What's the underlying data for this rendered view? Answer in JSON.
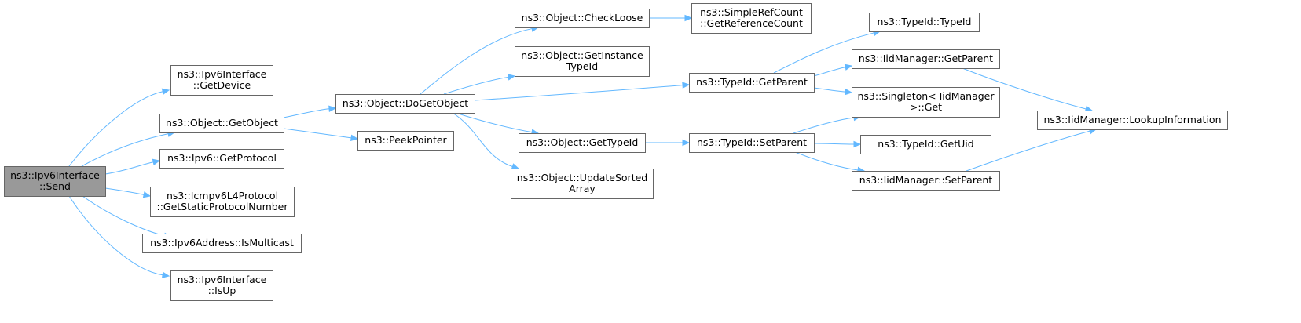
{
  "colors": {
    "edge": "#63b8ff",
    "node_border": "#666666",
    "root_fill": "#999999",
    "node_fill": "#ffffff"
  },
  "nodes": [
    {
      "id": "send",
      "lines": [
        "ns3::Ipv6Interface",
        "::Send"
      ],
      "root": true
    },
    {
      "id": "getdevice",
      "lines": [
        "ns3::Ipv6Interface",
        "::GetDevice"
      ]
    },
    {
      "id": "getobject",
      "lines": [
        "ns3::Object::GetObject"
      ]
    },
    {
      "id": "getprotocol",
      "lines": [
        "ns3::Ipv6::GetProtocol"
      ]
    },
    {
      "id": "icmpv6",
      "lines": [
        "ns3::Icmpv6L4Protocol",
        "::GetStaticProtocolNumber"
      ]
    },
    {
      "id": "ismulticast",
      "lines": [
        "ns3::Ipv6Address::IsMulticast"
      ]
    },
    {
      "id": "isup",
      "lines": [
        "ns3::Ipv6Interface",
        "::IsUp"
      ]
    },
    {
      "id": "dogetobject",
      "lines": [
        "ns3::Object::DoGetObject"
      ]
    },
    {
      "id": "peekpointer",
      "lines": [
        "ns3::PeekPointer"
      ]
    },
    {
      "id": "checkloose",
      "lines": [
        "ns3::Object::CheckLoose"
      ]
    },
    {
      "id": "getinstancetypeid",
      "lines": [
        "ns3::Object::GetInstance",
        "TypeId"
      ]
    },
    {
      "id": "obj_gettypeid",
      "lines": [
        "ns3::Object::GetTypeId"
      ]
    },
    {
      "id": "updatesorted",
      "lines": [
        "ns3::Object::UpdateSorted",
        "Array"
      ]
    },
    {
      "id": "getrefcount",
      "lines": [
        "ns3::SimpleRefCount",
        "::GetReferenceCount"
      ]
    },
    {
      "id": "typeid_getparent",
      "lines": [
        "ns3::TypeId::GetParent"
      ]
    },
    {
      "id": "typeid_setparent",
      "lines": [
        "ns3::TypeId::SetParent"
      ]
    },
    {
      "id": "typeid_typeid",
      "lines": [
        "ns3::TypeId::TypeId"
      ]
    },
    {
      "id": "iid_getparent",
      "lines": [
        "ns3::IidManager::GetParent"
      ]
    },
    {
      "id": "singleton_get",
      "lines": [
        "ns3::Singleton< IidManager",
        ">::Get"
      ]
    },
    {
      "id": "typeid_getuid",
      "lines": [
        "ns3::TypeId::GetUid"
      ]
    },
    {
      "id": "iid_setparent",
      "lines": [
        "ns3::IidManager::SetParent"
      ]
    },
    {
      "id": "lookupinfo",
      "lines": [
        "ns3::IidManager::LookupInformation"
      ]
    }
  ],
  "edges": [
    {
      "from": "send",
      "to": "getdevice"
    },
    {
      "from": "send",
      "to": "getobject"
    },
    {
      "from": "send",
      "to": "getprotocol"
    },
    {
      "from": "send",
      "to": "icmpv6"
    },
    {
      "from": "send",
      "to": "ismulticast"
    },
    {
      "from": "send",
      "to": "isup"
    },
    {
      "from": "getobject",
      "to": "dogetobject"
    },
    {
      "from": "getobject",
      "to": "peekpointer"
    },
    {
      "from": "dogetobject",
      "to": "checkloose"
    },
    {
      "from": "dogetobject",
      "to": "getinstancetypeid"
    },
    {
      "from": "dogetobject",
      "to": "typeid_getparent"
    },
    {
      "from": "dogetobject",
      "to": "obj_gettypeid"
    },
    {
      "from": "dogetobject",
      "to": "updatesorted"
    },
    {
      "from": "checkloose",
      "to": "getrefcount"
    },
    {
      "from": "typeid_getparent",
      "to": "typeid_typeid"
    },
    {
      "from": "typeid_getparent",
      "to": "iid_getparent"
    },
    {
      "from": "typeid_getparent",
      "to": "singleton_get"
    },
    {
      "from": "obj_gettypeid",
      "to": "typeid_setparent"
    },
    {
      "from": "typeid_setparent",
      "to": "singleton_get"
    },
    {
      "from": "typeid_setparent",
      "to": "typeid_getuid"
    },
    {
      "from": "typeid_setparent",
      "to": "iid_setparent"
    },
    {
      "from": "iid_getparent",
      "to": "lookupinfo"
    },
    {
      "from": "iid_setparent",
      "to": "lookupinfo"
    }
  ]
}
